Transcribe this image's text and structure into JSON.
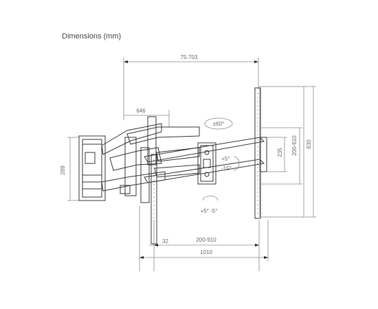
{
  "title": "Dimensions (mm)",
  "dimensions": {
    "arm_length": "75-703",
    "wall_plate_width": "646",
    "wall_plate_height": "289",
    "swivel": "±60°",
    "tilt_up": "+5°",
    "tilt_down": "-15°",
    "level": "+5° -5°",
    "vertical_span": "235",
    "vesa_height": "200-610",
    "overall_height": "630",
    "offset": "32",
    "vesa_width": "200-910",
    "overall_width": "1010"
  }
}
